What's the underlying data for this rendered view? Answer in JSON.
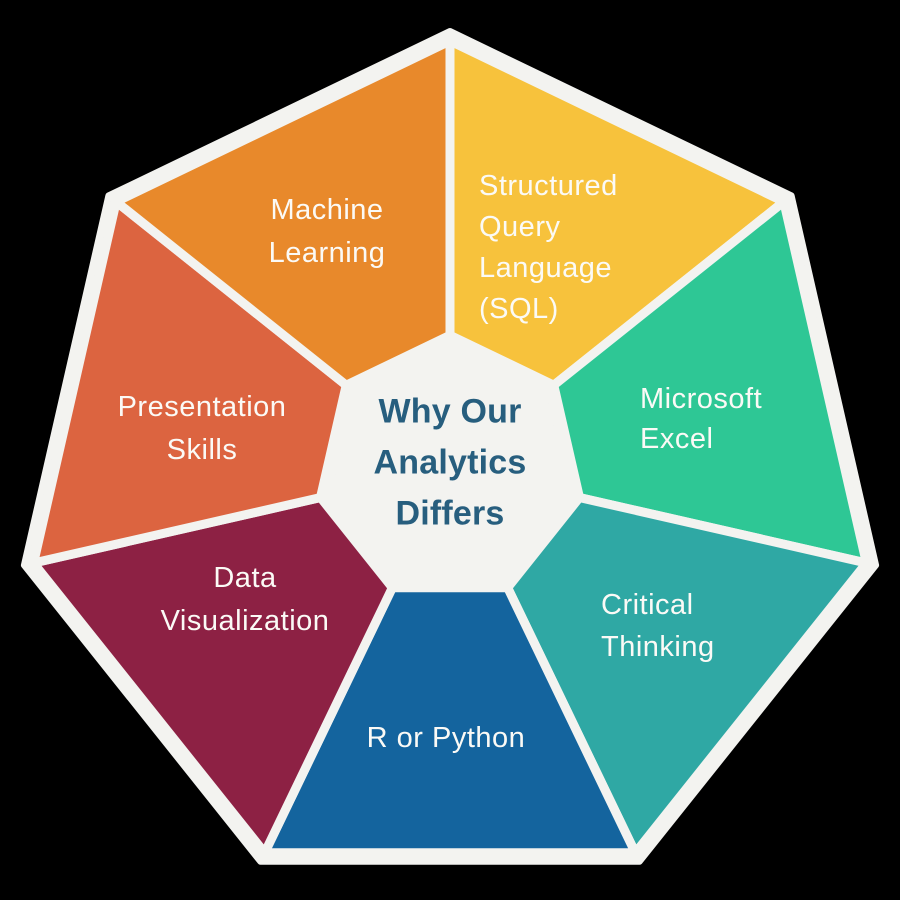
{
  "title": {
    "text": "Why Our Analytics Differs",
    "lines": [
      "Why Our",
      "Analytics",
      "Differs"
    ],
    "color": "#275E7E"
  },
  "colors": {
    "background": "#000000",
    "surface": "#F3F3F0",
    "label_text": "#FBFAF6"
  },
  "segments": {
    "sql": {
      "label": "Structured Query Language (SQL)",
      "lines": [
        "Structured",
        "Query",
        "Language",
        "(SQL)"
      ],
      "color": "#F7C23C"
    },
    "excel": {
      "label": "Microsoft Excel",
      "lines": [
        "Microsoft",
        "Excel"
      ],
      "color": "#2EC795"
    },
    "critical_thinking": {
      "label": "Critical Thinking",
      "lines": [
        "Critical",
        "Thinking"
      ],
      "color": "#2FA8A4"
    },
    "r_python": {
      "label": "R or Python",
      "lines": [
        "R or Python"
      ],
      "color": "#14649E"
    },
    "data_visualization": {
      "label": "Data Visualization",
      "lines": [
        "Data",
        "Visualization"
      ],
      "color": "#8D2144"
    },
    "presentation_skills": {
      "label": "Presentation Skills",
      "lines": [
        "Presentation",
        "Skills"
      ],
      "color": "#DC6440"
    },
    "machine_learning": {
      "label": "Machine Learning",
      "lines": [
        "Machine",
        "Learning"
      ],
      "color": "#E8892B"
    }
  }
}
